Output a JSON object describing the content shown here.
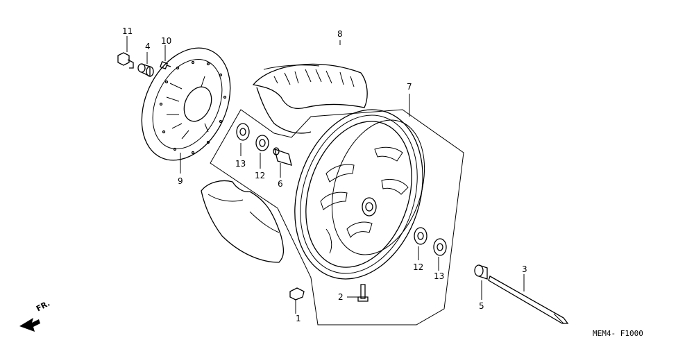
{
  "callouts": {
    "c1": "1",
    "c2": "2",
    "c3": "3",
    "c4": "4",
    "c5": "5",
    "c6": "6",
    "c7": "7",
    "c8": "8",
    "c9": "9",
    "c10": "10",
    "c11": "11",
    "c12a": "12",
    "c12b": "12",
    "c13a": "13",
    "c13b": "13"
  },
  "direction_marker": "FR.",
  "diagram_code": "MEM4- F1000"
}
